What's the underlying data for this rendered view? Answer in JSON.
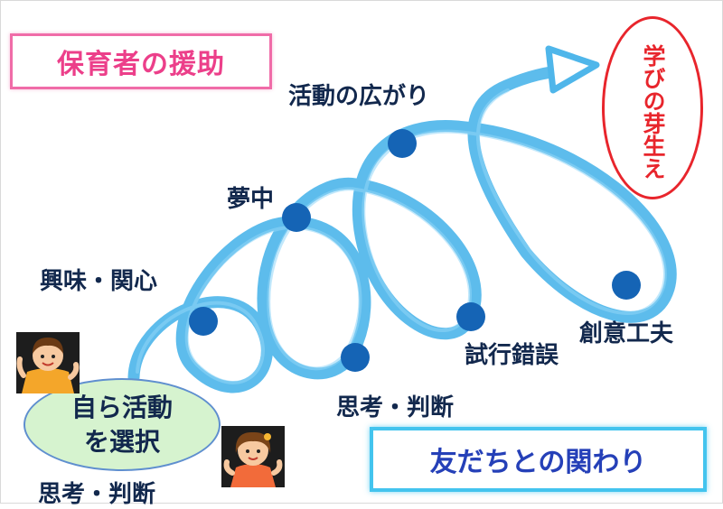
{
  "diagram": {
    "caregiver_support": "保育者の援助",
    "friends_relation": "友だちとの関わり",
    "learning_seed": "学びの芽生え",
    "self_choice_line1": "自ら活動",
    "self_choice_line2": "を選択",
    "stages": {
      "interest": "興味・関心",
      "absorbed": "夢中",
      "expansion": "活動の広がり",
      "thinking_judging_mid": "思考・判断",
      "trial_and_error": "試行錯誤",
      "creativity": "創意工夫",
      "thinking_judging_bottom": "思考・判断"
    },
    "colors": {
      "spiral": "#4fb6ea",
      "dot": "#1564b5",
      "pink": "#ec3f8a",
      "cyan_frame": "#43c4ee",
      "red": "#e8252c",
      "navy_text": "#12284d"
    }
  }
}
